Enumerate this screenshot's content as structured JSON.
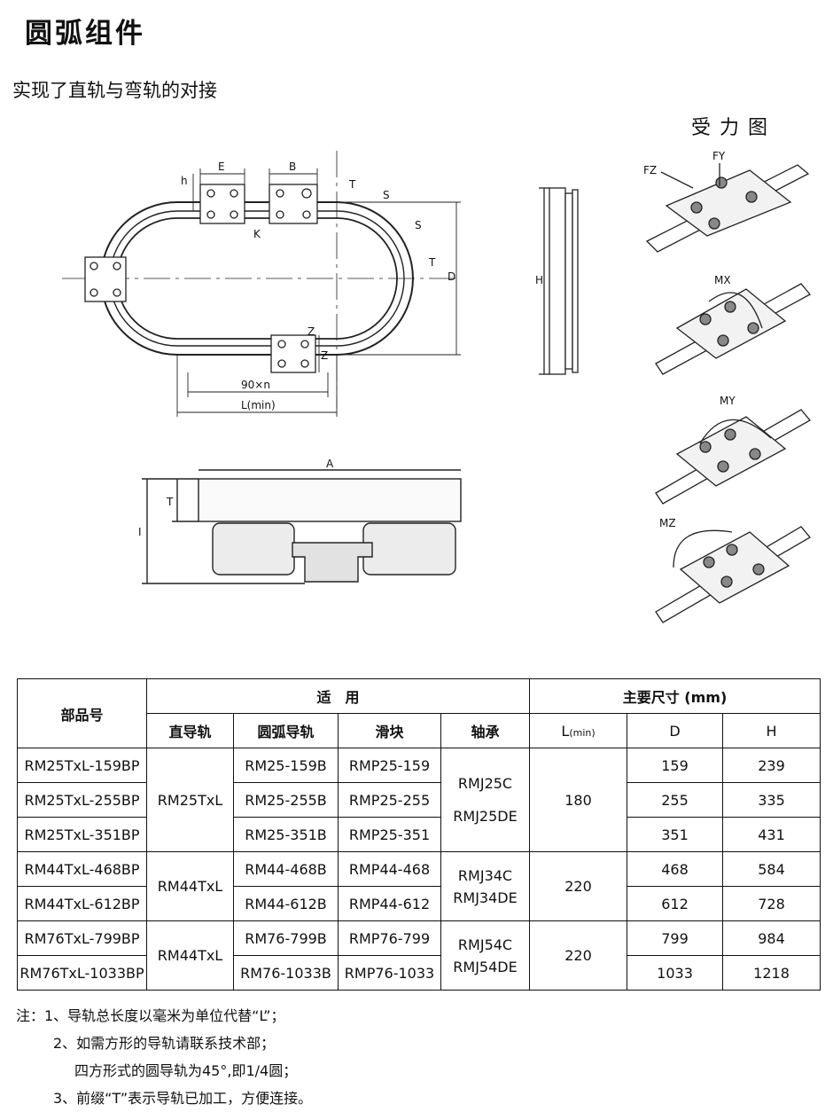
{
  "header": {
    "title": "圆弧组件",
    "subtitle": "实现了直轨与弯轨的对接",
    "force_title": "受力图"
  },
  "drawing_labels": {
    "E": "E",
    "B": "B",
    "h": "h",
    "K": "K",
    "Z": "Z",
    "T": "T",
    "S": "S",
    "D": "D",
    "H": "H",
    "n": "90×n",
    "lmin": "L(min)",
    "A": "A",
    "I": "I"
  },
  "force_labels": {
    "fz": "FZ",
    "fy": "FY",
    "mx": "MX",
    "my": "MY",
    "mz": "MZ"
  },
  "table": {
    "header": {
      "part": "部品号",
      "apply": "适　用",
      "main": "主要尺寸 (mm)",
      "straight": "直导轨",
      "arc": "圆弧导轨",
      "slider": "滑块",
      "bearing": "轴承",
      "lmin": "L",
      "lmin_sub": "(min)",
      "d": "D",
      "h": "H"
    },
    "groups": [
      {
        "straight": "RM25TxL",
        "bearing1": "RMJ25C",
        "bearing2": "RMJ25DE",
        "lmin": "180",
        "rows": [
          {
            "part": "RM25TxL-159BP",
            "arc": "RM25-159B",
            "slider": "RMP25-159",
            "d": "159",
            "h": "239"
          },
          {
            "part": "RM25TxL-255BP",
            "arc": "RM25-255B",
            "slider": "RMP25-255",
            "d": "255",
            "h": "335"
          },
          {
            "part": "RM25TxL-351BP",
            "arc": "RM25-351B",
            "slider": "RMP25-351",
            "d": "351",
            "h": "431"
          }
        ]
      },
      {
        "straight": "RM44TxL",
        "bearing1": "RMJ34C",
        "bearing2": "RMJ34DE",
        "lmin": "220",
        "rows": [
          {
            "part": "RM44TxL-468BP",
            "arc": "RM44-468B",
            "slider": "RMP44-468",
            "d": "468",
            "h": "584"
          },
          {
            "part": "RM44TxL-612BP",
            "arc": "RM44-612B",
            "slider": "RMP44-612",
            "d": "612",
            "h": "728"
          }
        ]
      },
      {
        "straight": "RM44TxL",
        "bearing1": "RMJ54C",
        "bearing2": "RMJ54DE",
        "lmin": "220",
        "rows": [
          {
            "part": "RM76TxL-799BP",
            "arc": "RM76-799B",
            "slider": "RMP76-799",
            "d": "799",
            "h": "984"
          },
          {
            "part": "RM76TxL-1033BP",
            "arc": "RM76-1033B",
            "slider": "RMP76-1033",
            "d": "1033",
            "h": "1218"
          }
        ]
      }
    ]
  },
  "notes": {
    "n1": "注：1、导轨总长度以毫米为单位代替“L”；",
    "n2": "2、如需方形的导轨请联系技术部；",
    "n2b": "四方形式的圆导轨为45°,即1/4圆；",
    "n3": "3、前缀“T”表示导轨已加工，方便连接。"
  }
}
